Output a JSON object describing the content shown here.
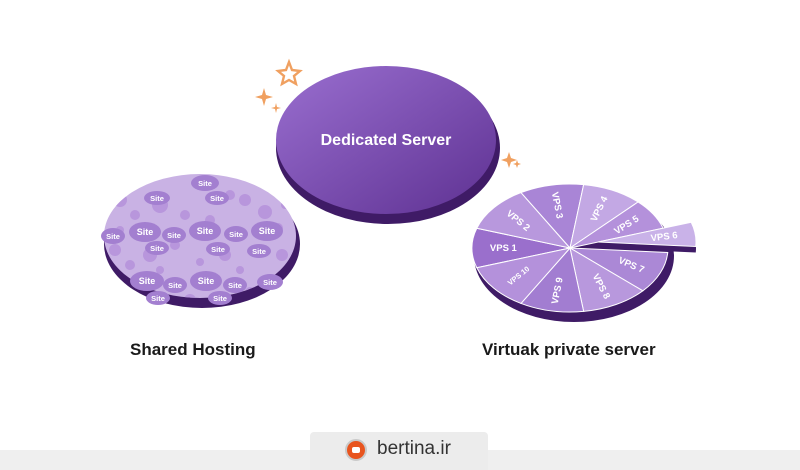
{
  "dedicated": {
    "label": "Dedicated Server"
  },
  "shared": {
    "label": "Shared Hosting",
    "site_label": "Site"
  },
  "vps": {
    "label": "Virtuak private server",
    "slices": [
      "VPS 1",
      "VPS 2",
      "VPS 3",
      "VPS 4",
      "VPS 5",
      "VPS 6",
      "VPS 7",
      "VPS 8",
      "VPS 9",
      "VPS 10"
    ]
  },
  "footer": {
    "brand": "bertina.ir"
  },
  "colors": {
    "purple_dark": "#4a2276",
    "purple_main": "#7a4bb0",
    "purple_light": "#c9b2e4",
    "purple_soft": "#b896dc",
    "star_orange": "#f0a060"
  }
}
